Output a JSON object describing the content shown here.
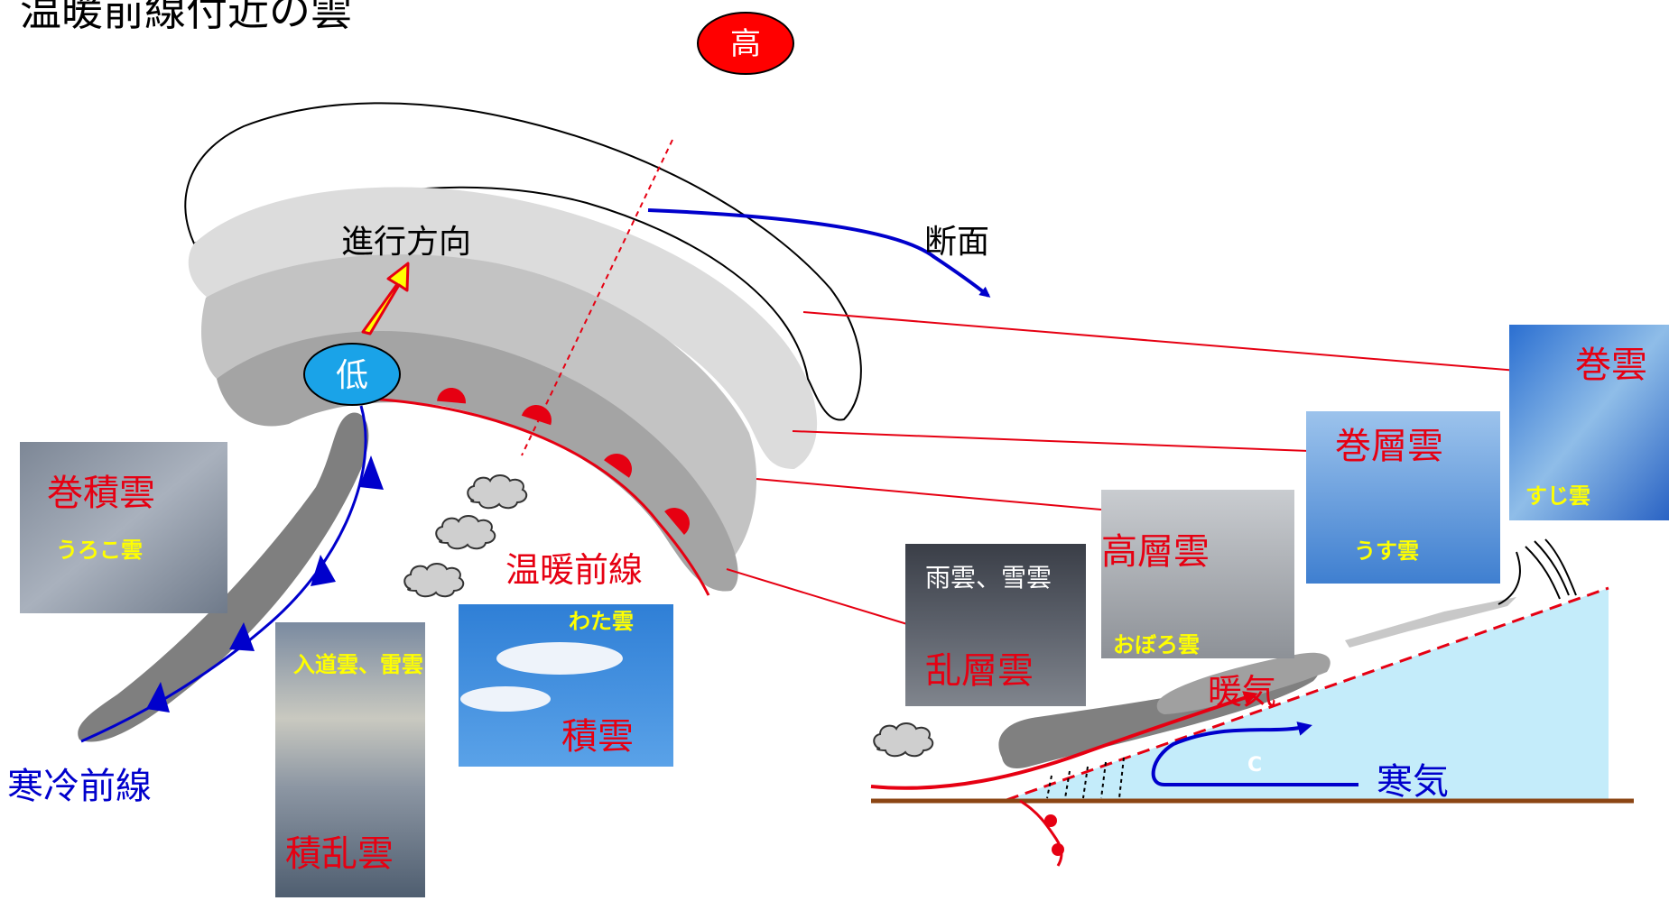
{
  "title": "温暖前線付近の雲",
  "high_marker": "高",
  "low_marker": "低",
  "labels": {
    "direction": "進行方向",
    "cross_section": "断面",
    "warm_front": "温暖前線",
    "cold_front": "寒冷前線",
    "warm_air": "暖気",
    "cold_air": "寒気",
    "cold_mark": "C"
  },
  "clouds": {
    "cirrocumulus": {
      "name": "巻積雲",
      "nickname": "うろこ雲"
    },
    "cumulonimbus": {
      "name": "積乱雲",
      "nickname": "入道雲、雷雲"
    },
    "cumulus": {
      "name": "積雲",
      "nickname": "わた雲"
    },
    "nimbostratus": {
      "name": "乱層雲",
      "nickname": "雨雲、雪雲"
    },
    "altostratus": {
      "name": "高層雲",
      "nickname": "おぼろ雲"
    },
    "cirrostratus": {
      "name": "巻層雲",
      "nickname": "うす雲"
    },
    "cirrus": {
      "name": "巻雲",
      "nickname": "すじ雲"
    }
  },
  "colors": {
    "warm_front": "#e60012",
    "cold_front": "#0000cc",
    "low_marker": "#1aa3e8",
    "high_marker": "#ff0000",
    "cold_air_fill": "#c4ecfa",
    "ground": "#8b4513"
  }
}
